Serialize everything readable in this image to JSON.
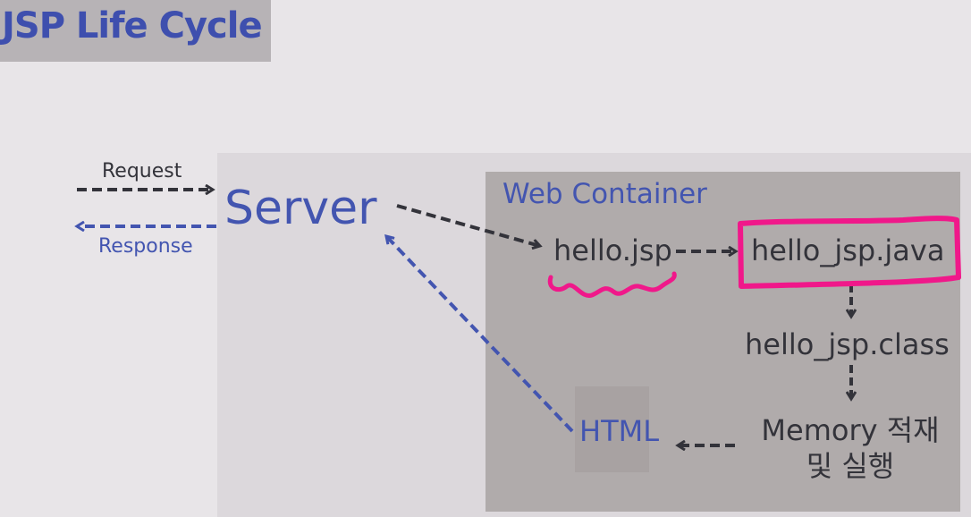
{
  "title": "JSP Life Cycle",
  "labels": {
    "request": "Request",
    "response": "Response",
    "server": "Server",
    "web_container": "Web Container",
    "jsp_file": "hello.jsp",
    "java_file": "hello_jsp.java",
    "class_file": "hello_jsp.class",
    "memory_line1": "Memory 적재",
    "memory_line2": "및 실행",
    "html": "HTML"
  },
  "colors": {
    "blue": "#4355b0",
    "dark": "#33333a",
    "highlight": "#f0188a",
    "container": "#b0abab",
    "server_panel": "#dcd8dc"
  }
}
